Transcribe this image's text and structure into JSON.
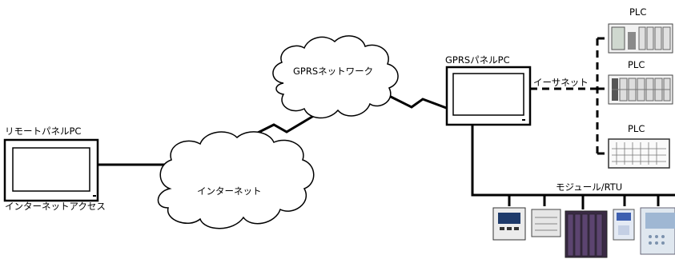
{
  "labels": {
    "remote_pc": "リモートパネルPC",
    "internet_access": "インターネットアクセス",
    "internet": "インターネット",
    "gprs_network": "GPRSネットワーク",
    "gprs_pc": "GPRSパネルPC",
    "ethernet": "イーサネット",
    "plc_1": "PLC",
    "plc_2": "PLC",
    "plc_3": "PLC",
    "modules": "モジュール/RTU"
  }
}
